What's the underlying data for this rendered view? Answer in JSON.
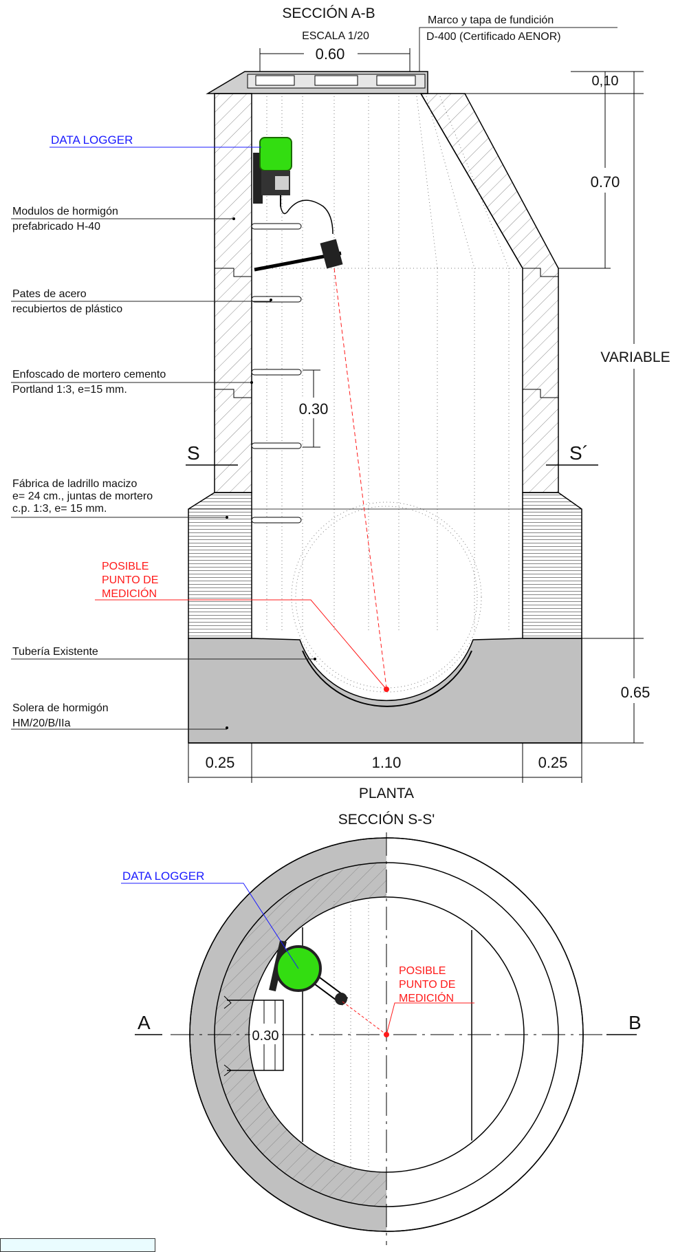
{
  "section_ab": {
    "title": "SECCIÓN A-B",
    "scale": "ESCALA 1/20",
    "frame_label_1": "Marco y tapa de fundición",
    "frame_label_2": "D-400 (Certificado AENOR)",
    "dim_top": "0.60",
    "dim_010": "0,10",
    "dim_070": "0.70",
    "dim_variable": "VARIABLE",
    "dim_030": "0.30",
    "dim_065": "0.65",
    "dim_025_left": "0.25",
    "dim_110": "1.10",
    "dim_025_right": "0.25",
    "cut_left": "S",
    "cut_right": "S´",
    "data_logger": "DATA LOGGER",
    "measure_1": "POSIBLE",
    "measure_2": "PUNTO DE",
    "measure_3": "MEDICIÓN",
    "labels": {
      "modulos_1": "Modulos de hormigón",
      "modulos_2": "prefabricado H-40",
      "pates_1": "Pates de acero",
      "pates_2": "recubiertos de plástico",
      "enfoscado_1": "Enfoscado de mortero cemento",
      "enfoscado_2": "Portland 1:3, e=15 mm.",
      "fabrica_1": "Fábrica de ladrillo macizo",
      "fabrica_2": "e= 24 cm., juntas de mortero",
      "fabrica_3": "c.p. 1:3, e= 15 mm.",
      "tuberia": "Tubería Existente",
      "solera_1": "Solera de hormigón",
      "solera_2": "HM/20/B/IIa"
    }
  },
  "plan": {
    "title_1": "PLANTA",
    "title_2": "SECCIÓN S-S'",
    "data_logger": "DATA LOGGER",
    "measure_1": "POSIBLE",
    "measure_2": "PUNTO DE",
    "measure_3": "MEDICIÓN",
    "dim_030": "0.30",
    "label_a": "A",
    "label_b": "B"
  },
  "colors": {
    "logger_green": "#33dd11",
    "annotation_blue": "#1a1aff",
    "annotation_red": "#ff1a1a",
    "concrete_gray": "#c0c0c0",
    "legend_fill": "#eafcff"
  }
}
